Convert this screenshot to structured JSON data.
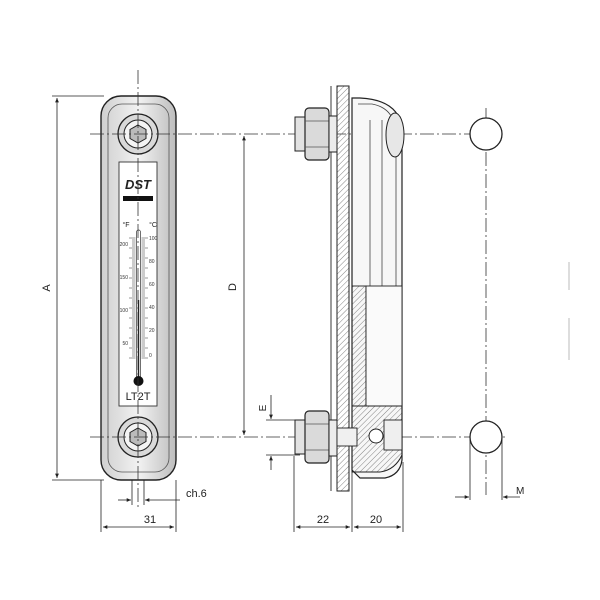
{
  "labels": {
    "A": "A",
    "D": "D",
    "E": "E",
    "M": "M",
    "ch": "ch.6",
    "w31": "31",
    "w22": "22",
    "w20": "20",
    "brand": "DST",
    "model": "LT2T",
    "unit_f": "°F",
    "unit_c": "°C"
  },
  "scale_f": [
    "200",
    "150",
    "100",
    "50"
  ],
  "scale_c": [
    "100",
    "80",
    "60",
    "40",
    "20",
    "0"
  ]
}
